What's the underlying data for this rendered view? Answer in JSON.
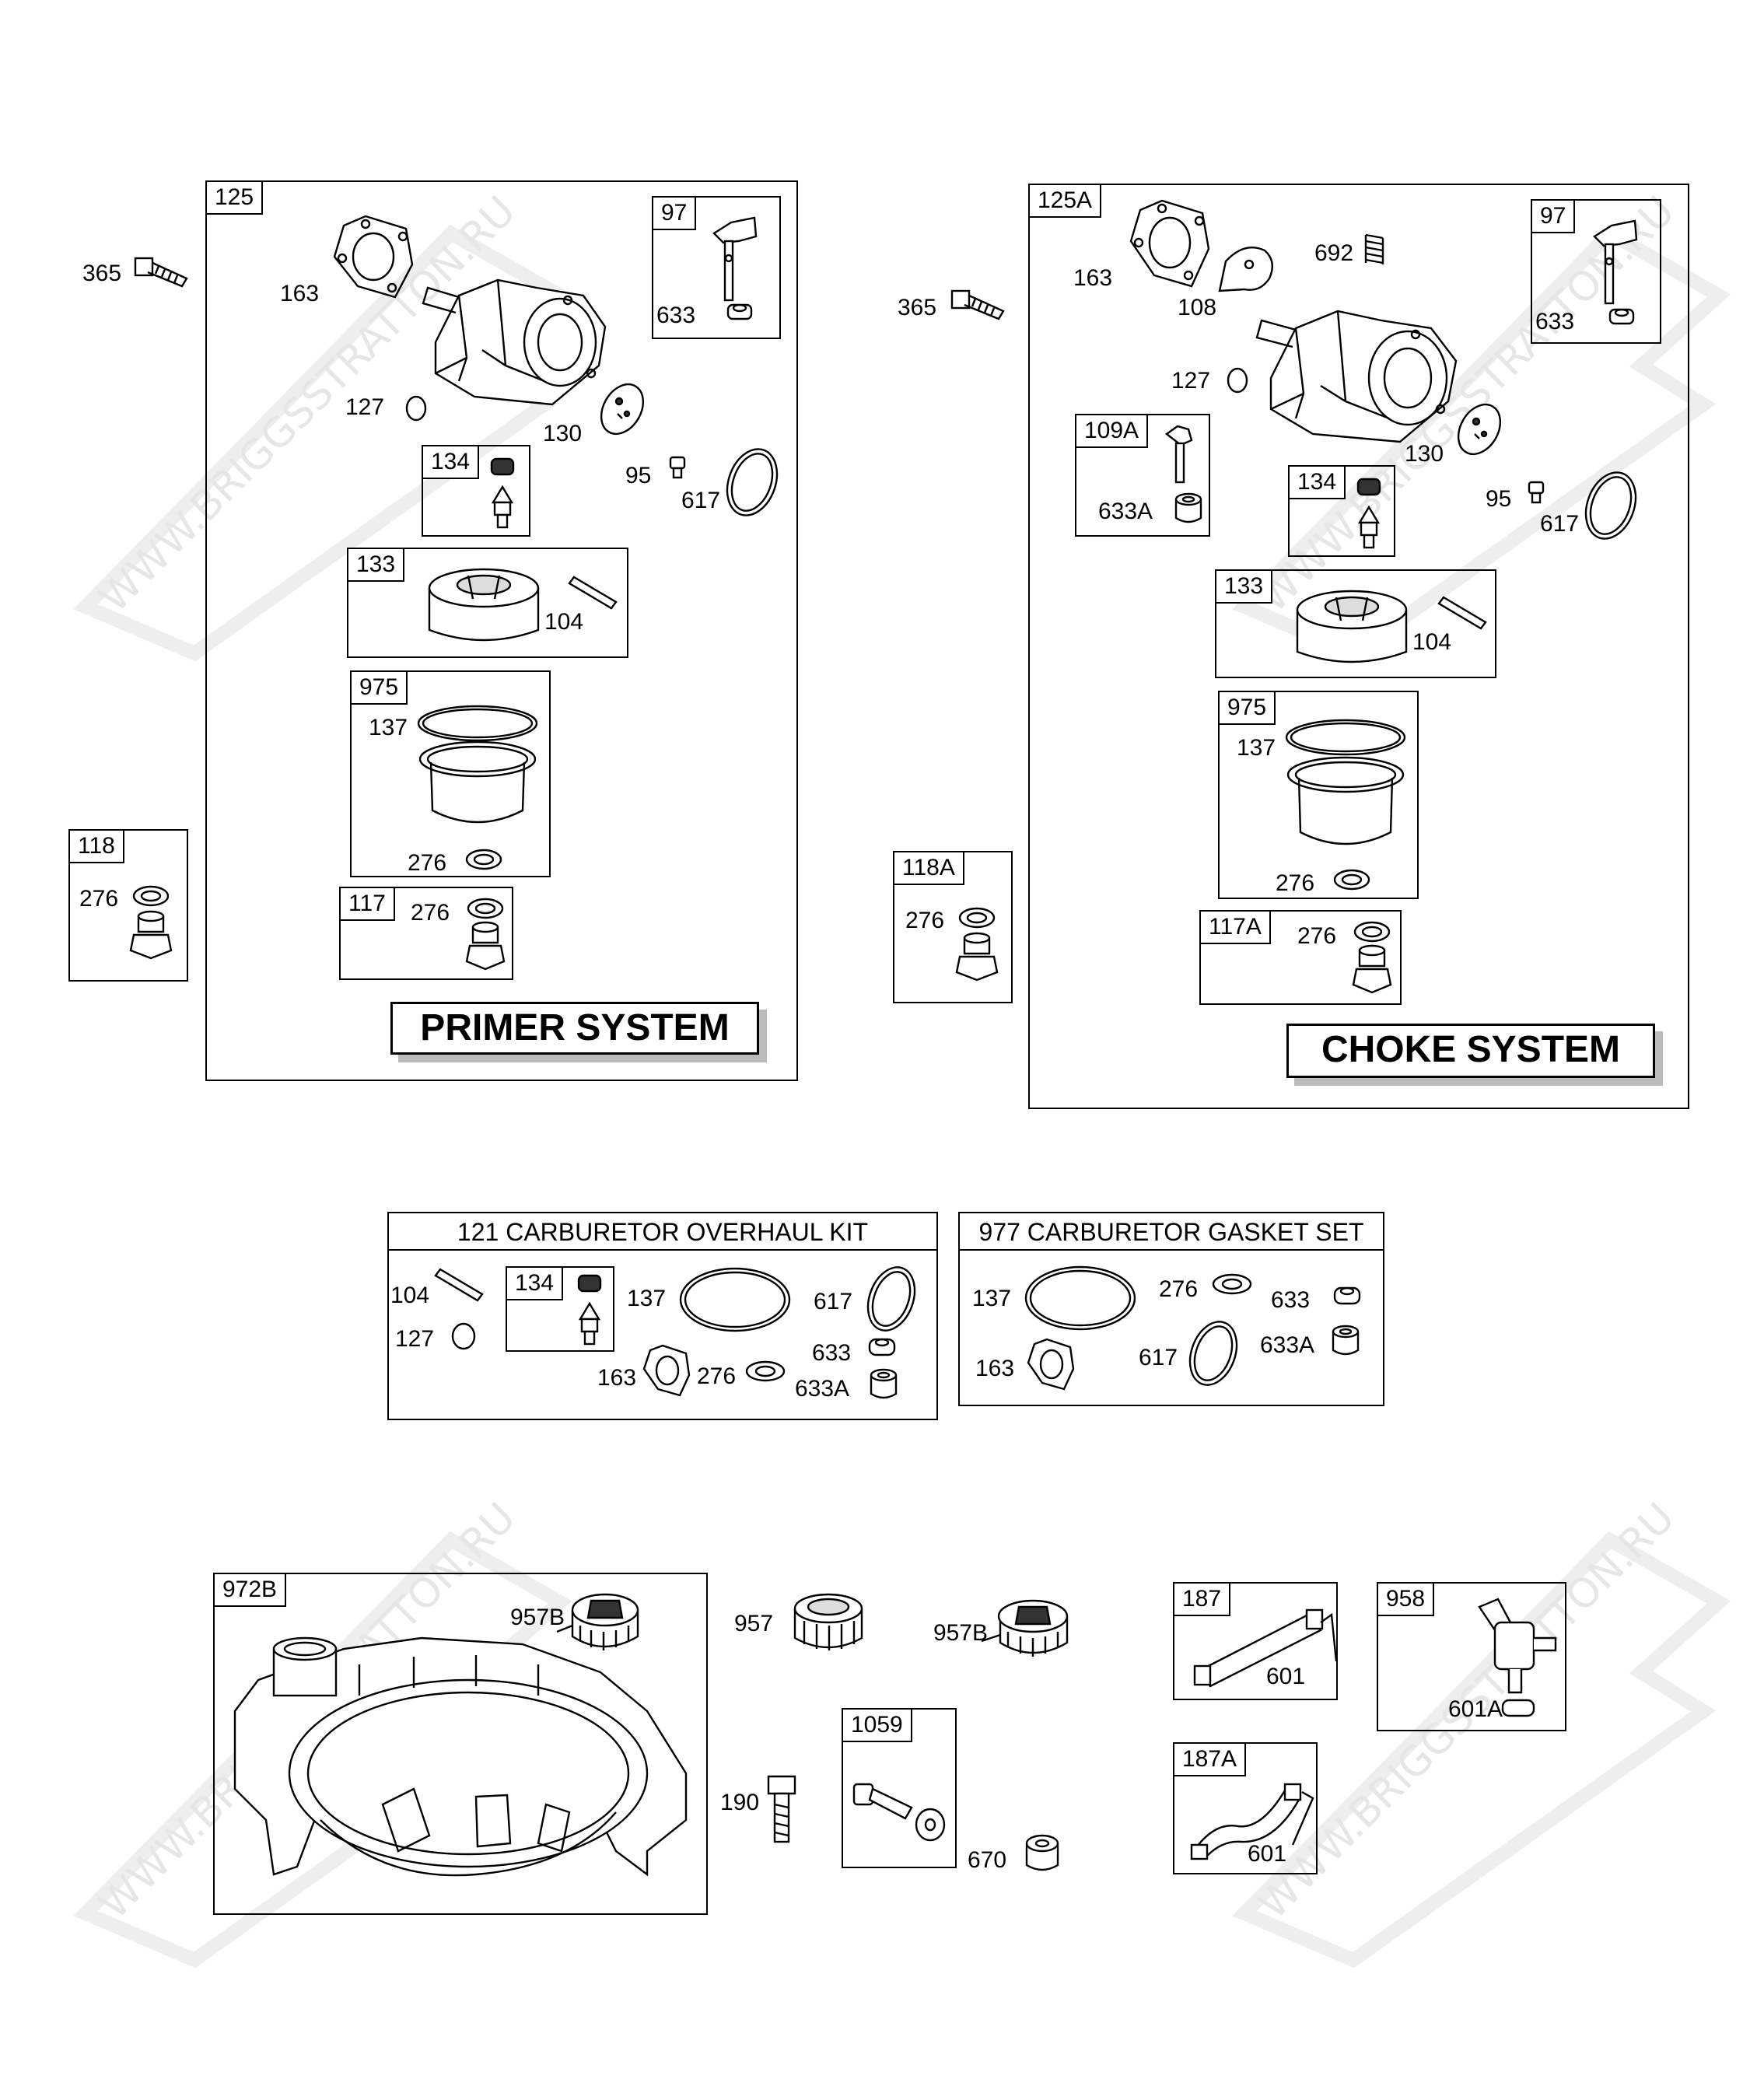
{
  "watermark": "WWW.BRIGGSSTRATTON.RU",
  "primer": {
    "main_ref": "125",
    "system_label": "PRIMER SYSTEM",
    "screw": "365",
    "gasket": "163",
    "oring_small": "127",
    "plate": "130",
    "screw_small": "95",
    "oring_large": "617",
    "primer_box": {
      "ref": "97",
      "washer": "633"
    },
    "needle_box": {
      "ref": "134"
    },
    "float_box": {
      "ref": "133",
      "pin": "104"
    },
    "bowl_box": {
      "ref": "975",
      "gasket": "137",
      "washer": "276"
    },
    "drain_box": {
      "ref": "117",
      "washer": "276"
    },
    "side_box": {
      "ref": "118",
      "washer": "276"
    }
  },
  "choke": {
    "main_ref": "125A",
    "system_label": "CHOKE SYSTEM",
    "screw": "365",
    "gasket": "163",
    "plate_small": "108",
    "spring": "692",
    "oring_small": "127",
    "plate": "130",
    "screw_small": "95",
    "oring_large": "617",
    "primer_box": {
      "ref": "97",
      "washer": "633"
    },
    "inlet_box": {
      "ref": "109A",
      "washer": "633A"
    },
    "needle_box": {
      "ref": "134"
    },
    "float_box": {
      "ref": "133",
      "pin": "104"
    },
    "bowl_box": {
      "ref": "975",
      "gasket": "137",
      "washer": "276"
    },
    "drain_box": {
      "ref": "117A",
      "washer": "276"
    },
    "side_box": {
      "ref": "118A",
      "washer": "276"
    }
  },
  "overhaul_kit": {
    "title": "121 CARBURETOR OVERHAUL KIT",
    "labels": {
      "pin": "104",
      "oring": "127",
      "needle": "134",
      "gasket_large": "137",
      "oring_large": "617",
      "washer": "633",
      "gasket": "163",
      "seal": "276",
      "bushing": "633A"
    }
  },
  "gasket_set": {
    "title": "977 CARBURETOR GASKET SET",
    "labels": {
      "gasket_large": "137",
      "seal": "276",
      "washer": "633",
      "gasket": "163",
      "oring_large": "617",
      "bushing": "633A"
    }
  },
  "fuel": {
    "tank_box": {
      "ref": "972B",
      "cap": "957B"
    },
    "cap": "957",
    "cap_vented": "957B",
    "bolt": "190",
    "bolt_box": {
      "ref": "1059"
    },
    "spacer": "670",
    "line_box": {
      "ref": "187",
      "clamp": "601"
    },
    "line_box_alt": {
      "ref": "187A",
      "clamp": "601"
    },
    "valve_box": {
      "ref": "958",
      "clamp": "601A"
    }
  }
}
